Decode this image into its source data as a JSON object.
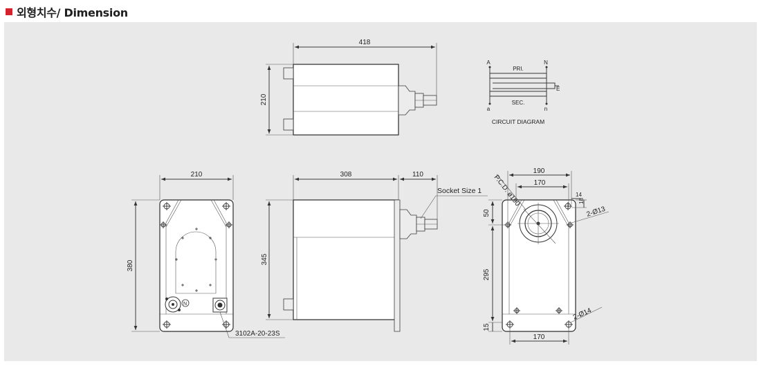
{
  "heading": {
    "title": "외형치수/ Dimension",
    "accent": "#d3232f"
  },
  "panel": {
    "background": "#e9e9ea"
  },
  "top_view": {
    "width_dim": "418",
    "height_dim": "210"
  },
  "circuit": {
    "label_A": "A",
    "label_N": "N",
    "label_a": "a",
    "label_n": "n",
    "label_E": "E",
    "pri": "PRI.",
    "sec": "SEC.",
    "title": "CIRCUIT DIAGRAM"
  },
  "left_view": {
    "width_dim": "210",
    "height_dim": "380",
    "connector": "3102A-20-23S",
    "mark_n": "N"
  },
  "side_view": {
    "length_dim": "308",
    "plug_dim": "110",
    "height_dim": "345",
    "socket": "Socket Size 1"
  },
  "bottom_view": {
    "pcd": "P.C.D. ø190",
    "dim_190": "190",
    "dim_170_top": "170",
    "dim_14": "14",
    "dim_18": "18",
    "hole_13": "2-Ø13",
    "dim_50": "50",
    "dim_295": "295",
    "dim_15": "15",
    "hole_14": "2-Ø14",
    "dim_170_bottom": "170"
  }
}
